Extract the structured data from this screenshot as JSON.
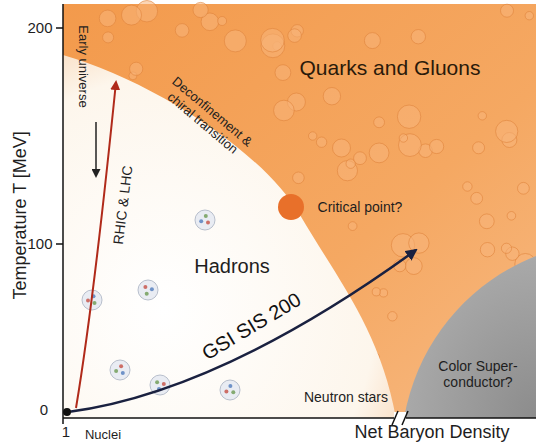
{
  "diagram": {
    "labels": [
      "200",
      "100",
      "0",
      "Temperature T [MeV]",
      "Early universe",
      "Quarks and Gluons",
      "Deconfinement & chiral transition",
      "RHIC & LHC",
      "Critical point?",
      "Hadrons",
      "GSI SIS 200",
      "Neutron stars",
      "Color Super- conductor?",
      "1",
      "Nuclei",
      "Net Baryon Density"
    ]
  }
}
